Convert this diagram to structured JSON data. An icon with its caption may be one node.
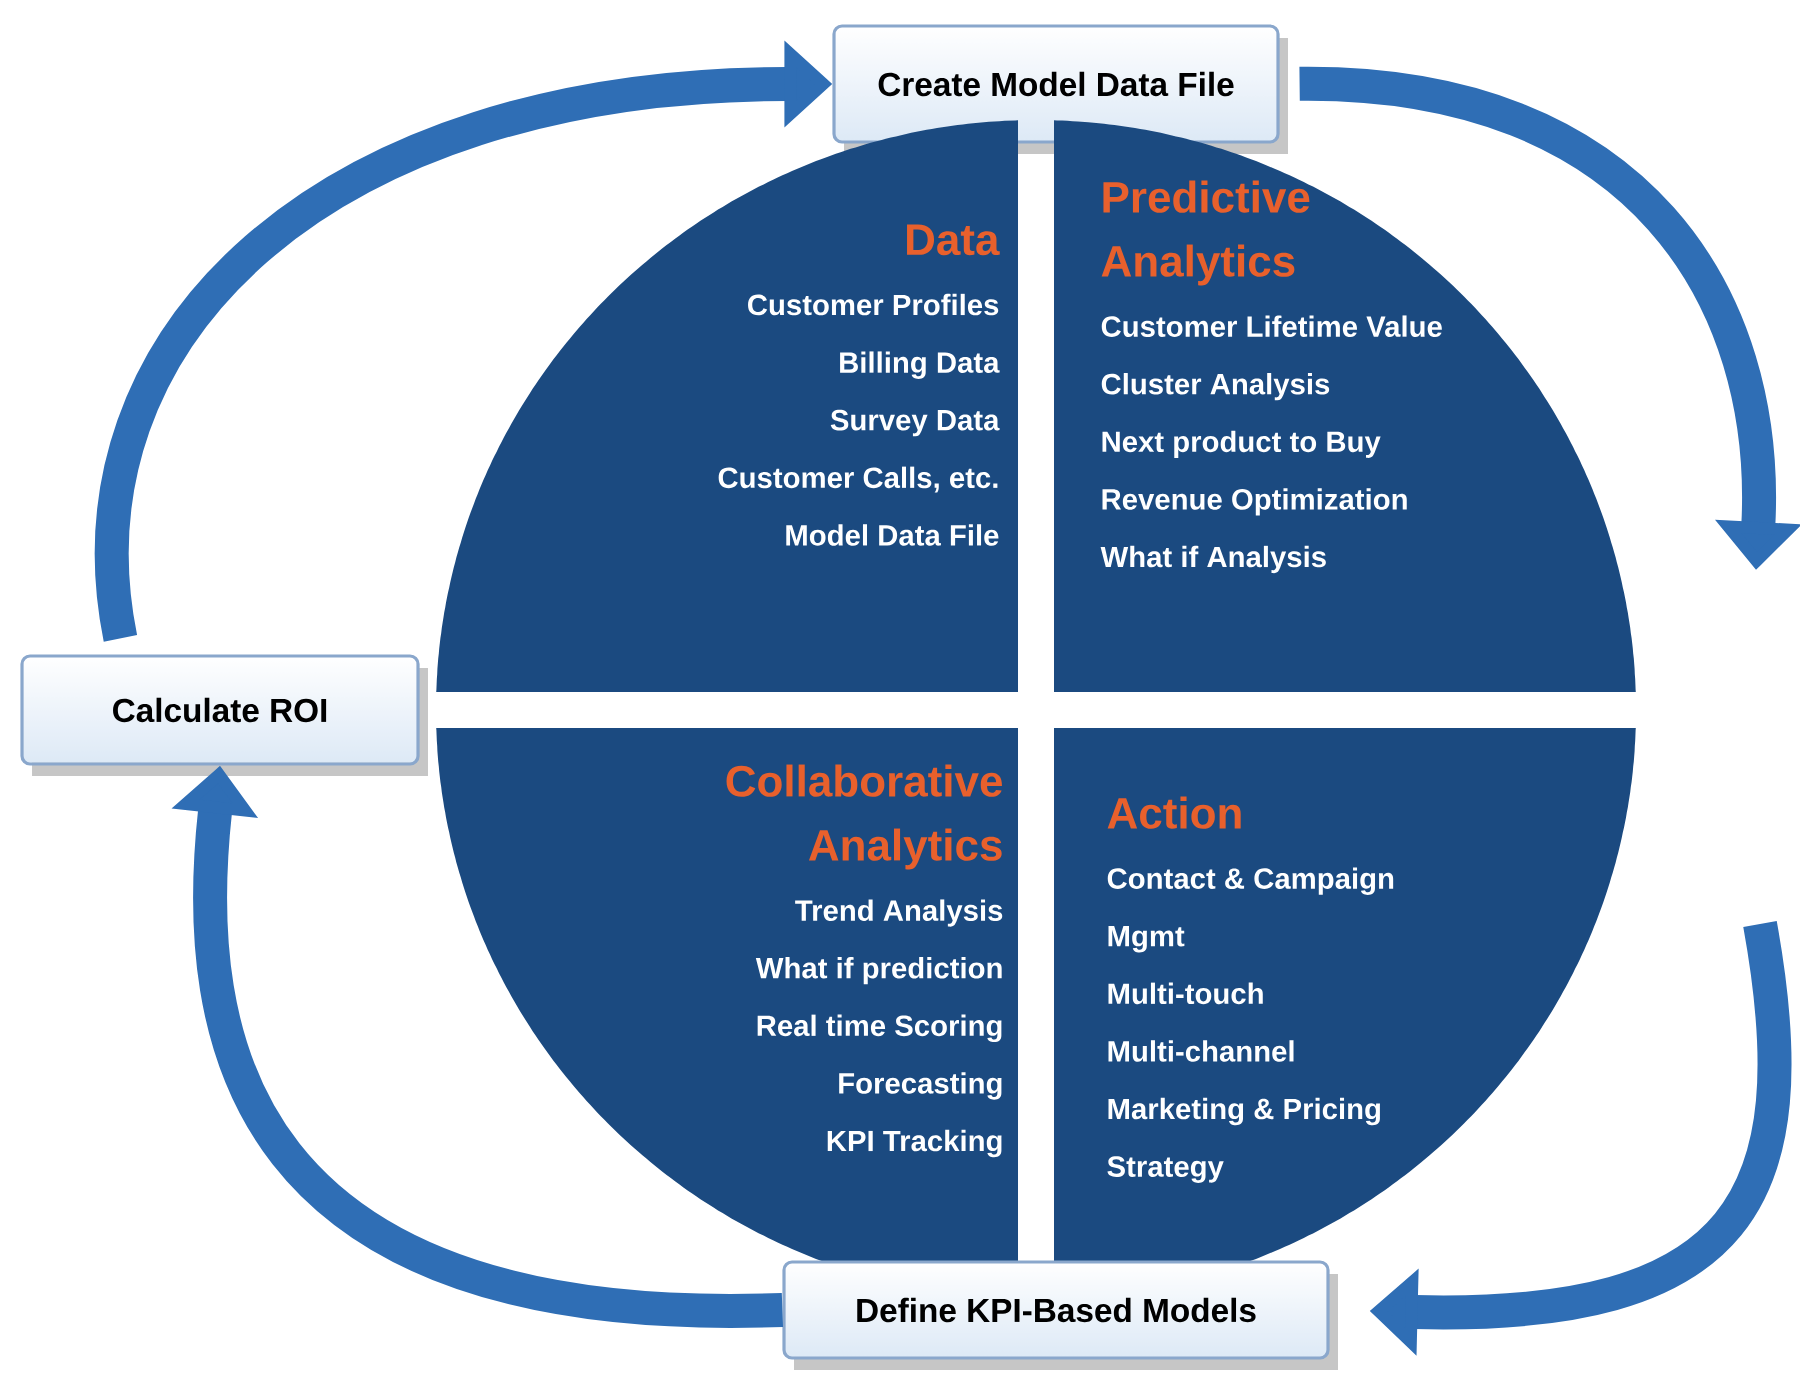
{
  "diagram": {
    "nodes": [
      {
        "text": [
          "Create Model Data File"
        ]
      },
      {
        "text": [
          "Data",
          "Customer Profiles",
          "Billing Data",
          "Survey Data",
          "Customer Calls, etc.",
          "Model Data File"
        ]
      },
      {
        "text": [
          "Predictive Analytics",
          "Customer Lifetime Value",
          "Cluster Analysis",
          "Next product to Buy",
          "Revenue Optimization",
          "What if Analysis"
        ]
      },
      {
        "text": [
          "Calculate  ROI"
        ]
      },
      {
        "text": [
          "Collaborative Analytics",
          "Trend Analysis",
          "What if prediction",
          "Real time Scoring",
          "Forecasting",
          "KPI Tracking"
        ]
      },
      {
        "text": [
          "Action",
          "Contact & Campaign Mgmt",
          "Multi-touch",
          "Multi-channel",
          "Marketing & Pricing Strategy"
        ]
      },
      {
        "text": [
          "Define KPI-Based Models"
        ]
      }
    ],
    "edges": [
      {
        "from": 3,
        "to": 0,
        "arrow": "to"
      },
      {
        "from": 0,
        "to": null,
        "arrow": "to"
      },
      {
        "from": null,
        "to": 6,
        "arrow": "to"
      },
      {
        "from": 6,
        "to": 3,
        "arrow": "to"
      }
    ]
  }
}
